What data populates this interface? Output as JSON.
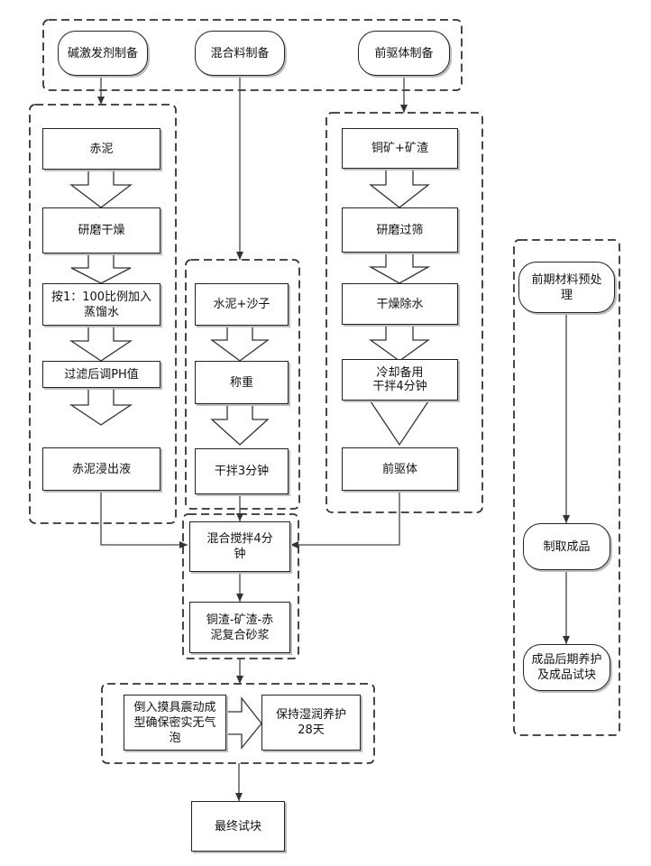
{
  "top": {
    "alkali": "碱激发剂制备",
    "mix": "混合料制备",
    "precursor": "前驱体制备"
  },
  "left_column": [
    "赤泥",
    "研磨干燥",
    "按1：100比例加入蒸馏水",
    "过滤后调PH值",
    "赤泥浸出液"
  ],
  "middle_column": [
    "水泥+沙子",
    "称重",
    "干拌3分钟"
  ],
  "right_column": [
    "铜矿+矿渣",
    "研磨过筛",
    "干燥除水",
    "冷却备用\n干拌4分钟",
    "前驱体"
  ],
  "center_flow": {
    "mix4": "混合搅拌4分钟",
    "mortar": "铜渣-矿渣-赤泥复合砂浆",
    "mold": "倒入摸具震动成型确保密实无气泡",
    "cure": "保持湿润养护28天",
    "final": "最终试块"
  },
  "legend": {
    "pre": "前期材料预处理",
    "make": "制取成品",
    "post": "成品后期养护及成品试块"
  }
}
